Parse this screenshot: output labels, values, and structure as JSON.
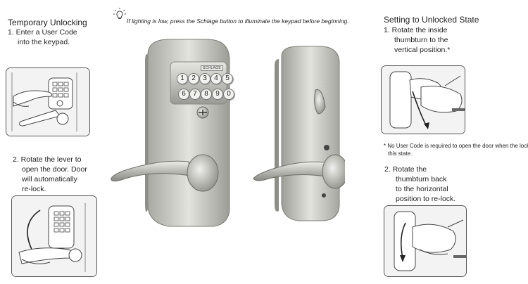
{
  "tip": {
    "icon": "lightbulb-icon",
    "text": "If lighting is low, press the Schlage button to illuminate the keypad before beginning."
  },
  "left": {
    "heading": "Temporary Unlocking",
    "step1_line1": "1. Enter a User Code",
    "step1_line2": "into the keypad.",
    "step2_line1": "2. Rotate the lever to",
    "step2_line2": "open the door. Door",
    "step2_line3": "will automatically",
    "step2_line4": "re-lock."
  },
  "right": {
    "heading": "Setting to Unlocked State",
    "step1_line1": "1. Rotate the inside",
    "step1_line2": "thumbturn to the",
    "step1_line3": "vertical position.*",
    "note_line1": "* No User Code is required to open the door when the lock is in",
    "note_line2": "this state.",
    "step2_line1": "2. Rotate the",
    "step2_line2": "thumbturn back",
    "step2_line3": "to the horizontal",
    "step2_line4": "position to re-lock."
  },
  "keypad": {
    "brand": "SCHLAGE",
    "row1": [
      "1",
      "2",
      "3",
      "4",
      "5"
    ],
    "row2": [
      "6",
      "7",
      "8",
      "9",
      "0"
    ]
  },
  "colors": {
    "satin_nickel": "#c9c9c4",
    "satin_nickel_dark": "#8e8e88",
    "panel_border": "#555555"
  }
}
